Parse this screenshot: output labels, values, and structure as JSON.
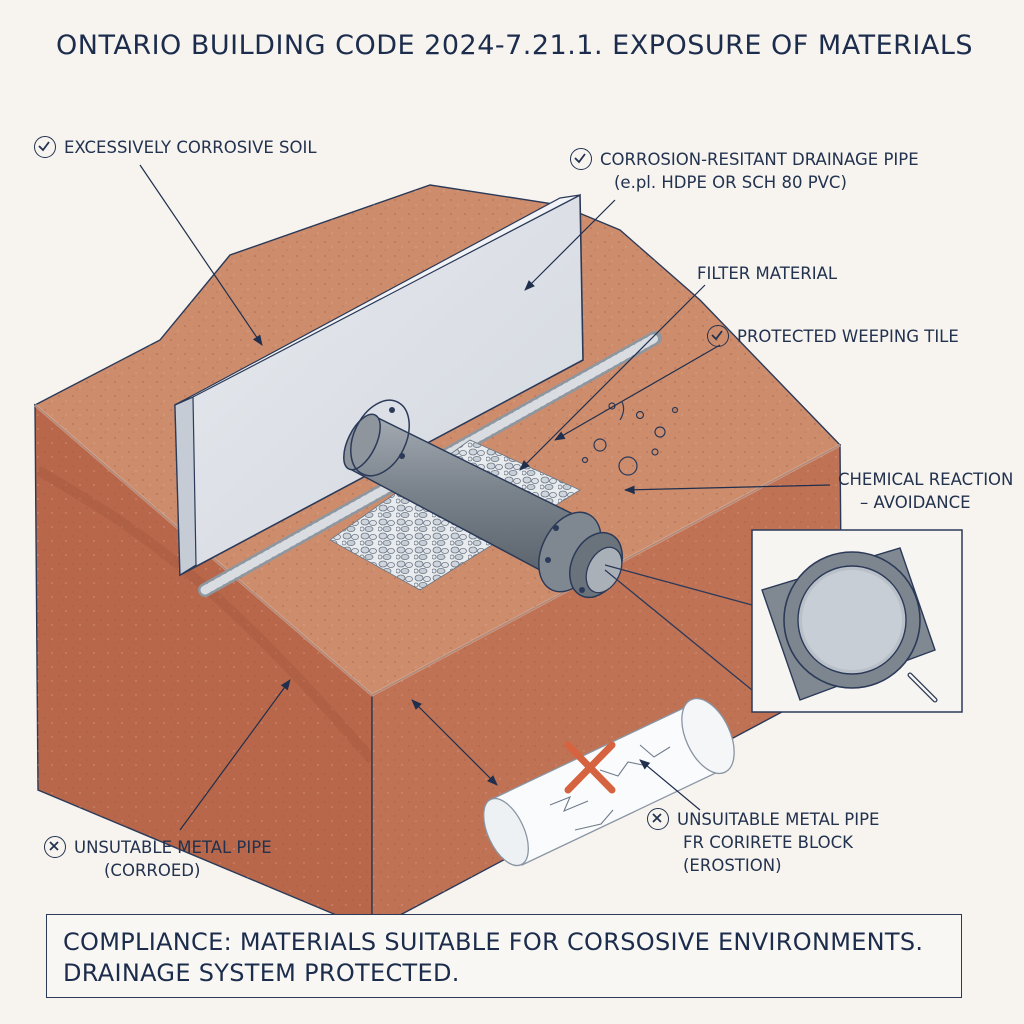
{
  "title": "ONTARIO BUILDING CODE 2024-7.21.1. EXPOSURE OF MATERIALS",
  "labels": {
    "corrosive_soil": "EXCESSIVELY CORROSIVE SOIL",
    "drainage_pipe_line1": "CORROSION-RESITANT DRAINAGE PIPE",
    "drainage_pipe_line2": "(e.pl. HDPE OR SCH 80 PVC)",
    "filter_material": "FILTER MATERIAL",
    "weeping_tile": "PROTECTED WEEPING TILE",
    "chemical_line1": "CHEMICAL REACTION",
    "chemical_line2": "– AVOIDANCE",
    "metal_pipe_left_line1": "UNSUTABLE METAL PIPE",
    "metal_pipe_left_line2": "(CORROED)",
    "metal_pipe_right_line1": "UNSUITABLE METAL PIPE",
    "metal_pipe_right_line2": "FR CORIRETE BLOCK",
    "metal_pipe_right_line3": "(EROSTION)"
  },
  "compliance": {
    "line1": "COMPLIANCE: MATERIALS SUITABLE FOR CORSOSIVE ENVIRONMENTS.",
    "line2": "DRAINAGE SYSTEM PROTECTED."
  },
  "icons": {
    "check": "check-circle-icon",
    "cross": "x-circle-icon"
  },
  "colors": {
    "ink": "#1f2f4d",
    "soil_top": "#c98a68",
    "soil_side": "#b9694a",
    "pipe": "#7d858e",
    "reject_mark": "#d5633f"
  }
}
